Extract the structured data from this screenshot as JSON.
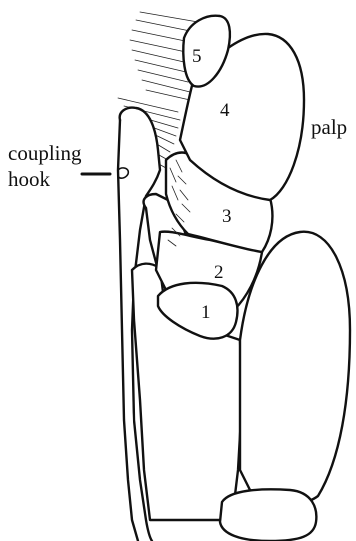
{
  "labels": {
    "palp": "palp",
    "coupling_line1": "coupling",
    "coupling_line2": "hook"
  },
  "segments": [
    "5",
    "4",
    "3",
    "2",
    "1"
  ]
}
